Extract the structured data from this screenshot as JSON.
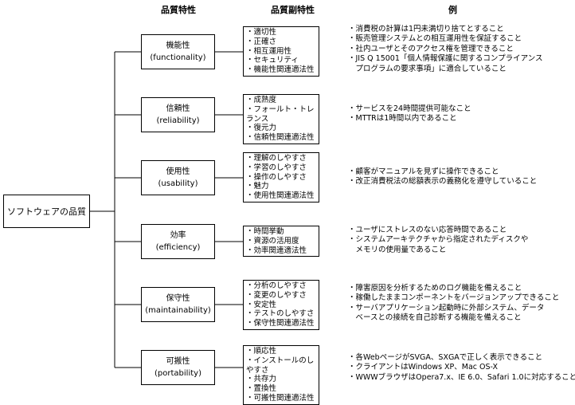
{
  "headers": {
    "quality_characteristic": "品質特性",
    "quality_subcharacteristic": "品質副特性",
    "example": "例"
  },
  "root": {
    "label": "ソフトウェアの品質"
  },
  "characteristics": [
    {
      "name": "機能性",
      "english": "(functionality)",
      "subs": [
        "・適切性",
        "・正確さ",
        "・相互運用性",
        "・セキュリティ",
        "・機能性関連適法性"
      ],
      "examples": [
        "・消費税の計算は1円未満切り捨てとすること",
        "・販売管理システムとの相互運用性を保証すること",
        "・社内ユーザとそのアクセス権を管理できること",
        "・JIS Q 15001「個人情報保護に関するコンプライアンス",
        "　プログラムの要求事項」に適合していること"
      ]
    },
    {
      "name": "信頼性",
      "english": "(reliability)",
      "subs": [
        "・成熟度",
        "・フォールト・トレランス",
        "・復元力",
        "・信頼性関連適法性"
      ],
      "examples": [
        "・サービスを24時間提供可能なこと",
        "・MTTRは1時間以内であること"
      ]
    },
    {
      "name": "使用性",
      "english": "(usability)",
      "subs": [
        "・理解のしやすさ",
        "・学習のしやすさ",
        "・操作のしやすさ",
        "・魅力",
        "・使用性関連適法性"
      ],
      "examples": [
        "・顧客がマニュアルを見ずに操作できること",
        "・改正消費税法の総額表示の義務化を遵守していること"
      ]
    },
    {
      "name": "効率",
      "english": "(efficiency)",
      "subs": [
        "・時間挙動",
        "・資源の活用度",
        "・効率関連適法性"
      ],
      "examples": [
        "・ユーザにストレスのない応答時間であること",
        "・システムアーキテクチャから指定されたディスクや",
        "　メモリの使用量であること"
      ]
    },
    {
      "name": "保守性",
      "english": "(maintainability)",
      "subs": [
        "・分析のしやすさ",
        "・変更のしやすさ",
        "・安定性",
        "・テストのしやすさ",
        "・保守性関連適法性"
      ],
      "examples": [
        "・障害原因を分析するためのログ機能を備えること",
        "・稼働したままコンポーネントをバージョンアップできること",
        "・サーバアプリケーション起動時に外部システム、データ",
        "　ベースとの接続を自己診断する機能を備えること"
      ]
    },
    {
      "name": "可搬性",
      "english": "(portability)",
      "subs": [
        "・順応性",
        "・インストールのしやすさ",
        "・共存力",
        "・置換性",
        "・可搬性関連適法性"
      ],
      "examples": [
        "・各WebページがSVGA、SXGAで正しく表示できること",
        "・クライアントはWindows XP、Mac OS-X",
        "・WWWブラウザはOpera7.x、IE 6.0、Safari 1.0に対応すること"
      ]
    }
  ]
}
